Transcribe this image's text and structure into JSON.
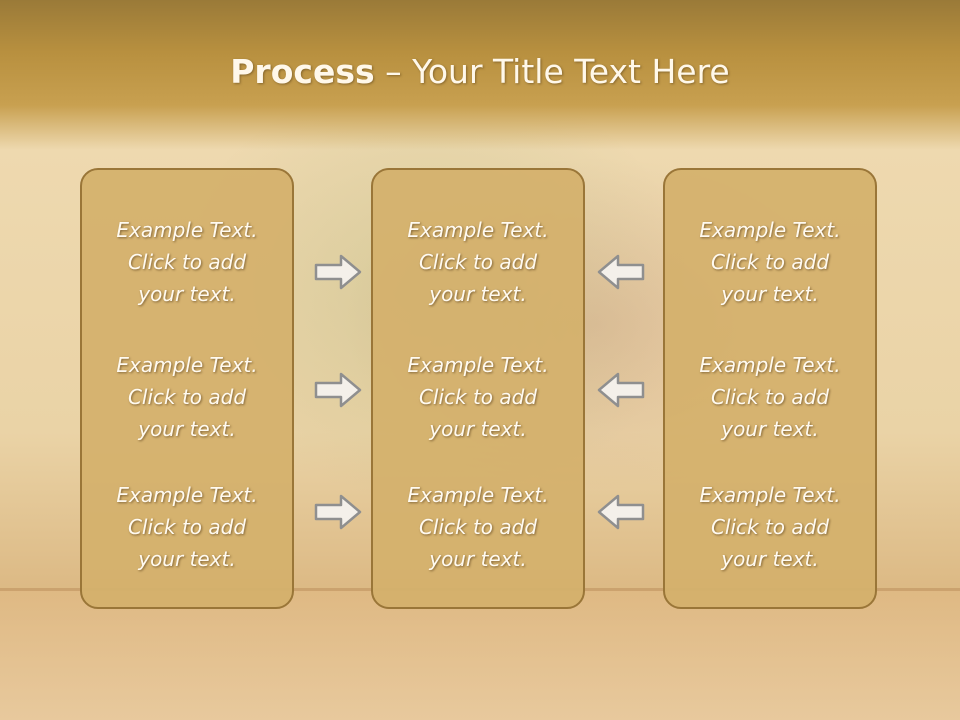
{
  "title": {
    "bold": "Process",
    "rest": " – Your Title Text Here"
  },
  "columns": [
    {
      "items": [
        "Example Text.\nClick  to add\nyour text.",
        "Example Text.\nClick  to add\nyour text.",
        "Example Text.\nClick  to add\nyour text."
      ]
    },
    {
      "items": [
        "Example Text.\nClick  to add\nyour text.",
        "Example Text.\nClick  to add\nyour text.",
        "Example Text.\nClick  to add\nyour text."
      ]
    },
    {
      "items": [
        "Example Text.\nClick  to add\nyour text.",
        "Example Text.\nClick  to add\nyour text.",
        "Example Text.\nClick  to add\nyour text."
      ]
    }
  ],
  "arrows": {
    "left_group": "right-arrow-icon",
    "right_group": "left-arrow-icon"
  },
  "colors": {
    "panel_fill": "#d4b06c",
    "panel_border": "#9a7638",
    "title_band": "#b8903f",
    "text": "#fffaf0"
  }
}
